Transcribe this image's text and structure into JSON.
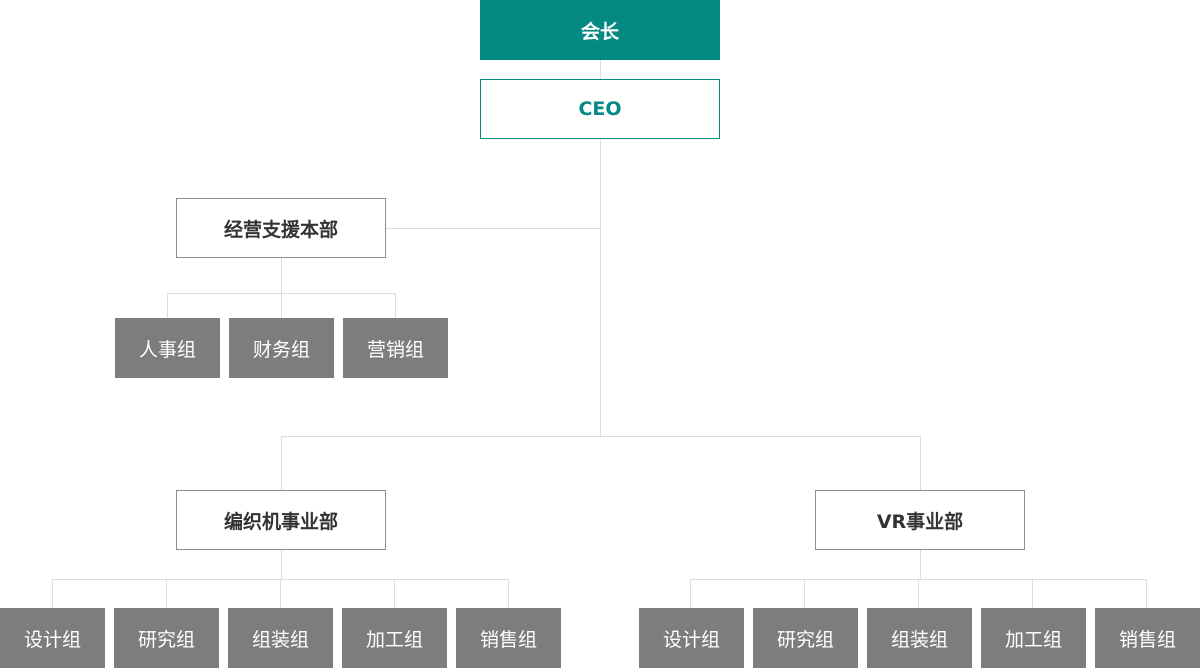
{
  "chairman": "会长",
  "ceo": "CEO",
  "support": {
    "title": "经营支援本部",
    "teams": [
      "人事组",
      "财务组",
      "营销组"
    ]
  },
  "knitting": {
    "title": "编织机事业部",
    "teams": [
      "设计组",
      "研究组",
      "组装组",
      "加工组",
      "销售组"
    ]
  },
  "vr": {
    "title": "VR事业部",
    "teams": [
      "设计组",
      "研究组",
      "组装组",
      "加工组",
      "销售组"
    ]
  }
}
